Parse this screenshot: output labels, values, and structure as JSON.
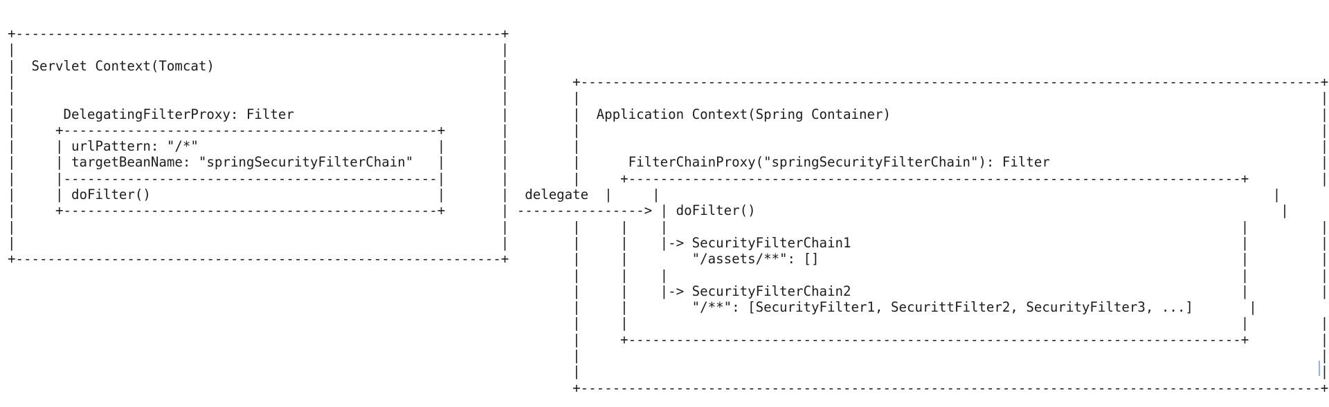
{
  "diagram": {
    "lines": [
      "+-------------------------------------------------------------+",
      "|                                                             |",
      "|  Servlet Context(Tomcat)                                    |",
      "|                                                             |        +---------------------------------------------------------------------------------------------+",
      "|                                                             |        |                                                                                             |",
      "|      DelegatingFilterProxy: Filter                          |        |  Application Context(Spring Container)                                                      |",
      "|     +-----------------------------------------------+       |        |                                                                                             |",
      "|     | urlPattern: \"/*\"                              |       |        |                                                                                             |",
      "|     | targetBeanName: \"springSecurityFilterChain\"   |       |        |      FilterChainProxy(\"springSecurityFilterChain\"): Filter                                  |",
      "|     |-----------------------------------------------|       |        |     +-----------------------------------------------------------------------------+         |",
      "|     | doFilter()                                    |       |  delegate  |     |                                                                             |         |",
      "|     +-----------------------------------------------+       | ----------------> | doFilter()                                                                  |         |",
      "|                                                             |        |     |    |                                                                        |         |",
      "|                                                             |        |     |    |-> SecurityFilterChain1                                                 |         |",
      "+-------------------------------------------------------------+        |     |        \"/assets/**\": []                                                     |         |",
      "                                                                       |     |    |                                                                        |         |",
      "                                                                       |     |    |-> SecurityFilterChain2                                                 |         |",
      "                                                                       |     |        \"/**\": [SecurityFilter1, SecurittFilter2, SecurityFilter3, ...]       |         |",
      "                                                                       |     |                                                                             |         |",
      "                                                                       |     +-----------------------------------------------------------------------------+         |",
      "                                                                       |                                                                                             |",
      "                                                                       |                                                                                             |",
      "                                                                       +---------------------------------------------------------------------------------------------+"
    ]
  },
  "colors": {
    "text": "#1c1c1c",
    "background": "#ffffff",
    "cursor": "#8fb0e8"
  }
}
